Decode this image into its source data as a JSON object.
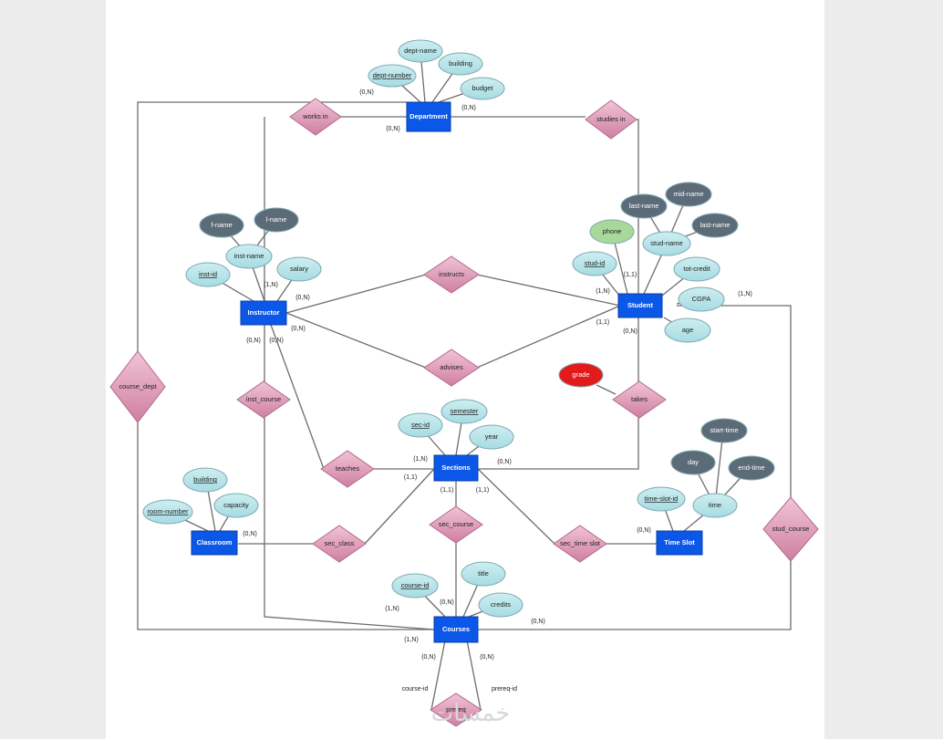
{
  "entities": {
    "department": "Department",
    "instructor": "Instructor",
    "student": "Student",
    "sections": "Sections",
    "classroom": "Classroom",
    "courses": "Courses",
    "time_slot": "Time Slot"
  },
  "relationships": {
    "works_in": "works in",
    "studies_in": "studies in",
    "instructs": "instructs",
    "advises": "advises",
    "course_dept": "course_dept",
    "inst_course": "inst_course",
    "takes": "takes",
    "teaches": "teaches",
    "sec_course": "sec_course",
    "sec_class": "sec_class",
    "sec_time_slot": "sec_time slot",
    "stud_course": "stud_course",
    "prereq": "prereq"
  },
  "attributes": {
    "dept_name": "dept-name",
    "building_dept": "building",
    "dept_number": "dept-number",
    "budget": "budget",
    "f_name": "f-name",
    "l_name": "l-name",
    "inst_name": "inst-name",
    "inst_id": "inst-id",
    "salary": "salary",
    "last_name_1": "last-name",
    "mid_name": "mid-name",
    "last_name_2": "last-name",
    "phone": "phone",
    "stud_name": "stud-name",
    "stud_id": "stud-id",
    "tot_credit": "tot-credit",
    "cgpa": "CGPA",
    "age": "age",
    "grade": "grade",
    "sec_id": "sec-id",
    "semester": "semester",
    "year": "year",
    "building_room": "building",
    "capacity": "capacity",
    "room_number": "room-number",
    "start_time": "start-time",
    "day": "day",
    "end_time": "end-time",
    "time_slot_id": "time-slot-id",
    "time": "time",
    "course_id": "course-id",
    "title": "title",
    "credits": "credits"
  },
  "cardinalities": {
    "dept_left": "(0,N)",
    "dept_right": "(0,N)",
    "dept_bottom": "(0,N)",
    "inst_1n": "(1,N)",
    "inst_0n_a": "(0,N)",
    "inst_0n_b": "(0,N)",
    "inst_0n_c": "(0,N)",
    "inst_0n_d": "(0,N)",
    "stud_11_a": "(1,1)",
    "stud_1n": "(1,N)",
    "stud_11_b": "(1,1)",
    "stud_0n": "(0,N)",
    "stud_right_1n": "(1,N)",
    "sec_1n": "(1,N)",
    "sec_0n": "(0,N)",
    "sec_11_a": "(1,1)",
    "sec_11_b": "(1,1)",
    "sec_11_c": "(1,1)",
    "class_0n": "(0,N)",
    "ts_0n": "(0,N)",
    "course_0n_a": "(0,N)",
    "course_1n_a": "(1,N)",
    "course_1n_b": "(1,N)",
    "course_0n_right": "(0,N)",
    "course_0n_b": "(0,N)",
    "course_0n_c": "(0,N)"
  },
  "prereq_labels": {
    "course_id": "course-id",
    "prereq_id": "prereq-id"
  },
  "watermark": "خمسات",
  "colors": {
    "entity": "#0b57e8",
    "relationship": "#d98bab",
    "attribute": "#b7e4e8",
    "multivalued_attr": "#5b6b78",
    "derived_attr": "#a9d99a",
    "grade_attr": "#e31a1a",
    "line": "#6d6d6d"
  }
}
